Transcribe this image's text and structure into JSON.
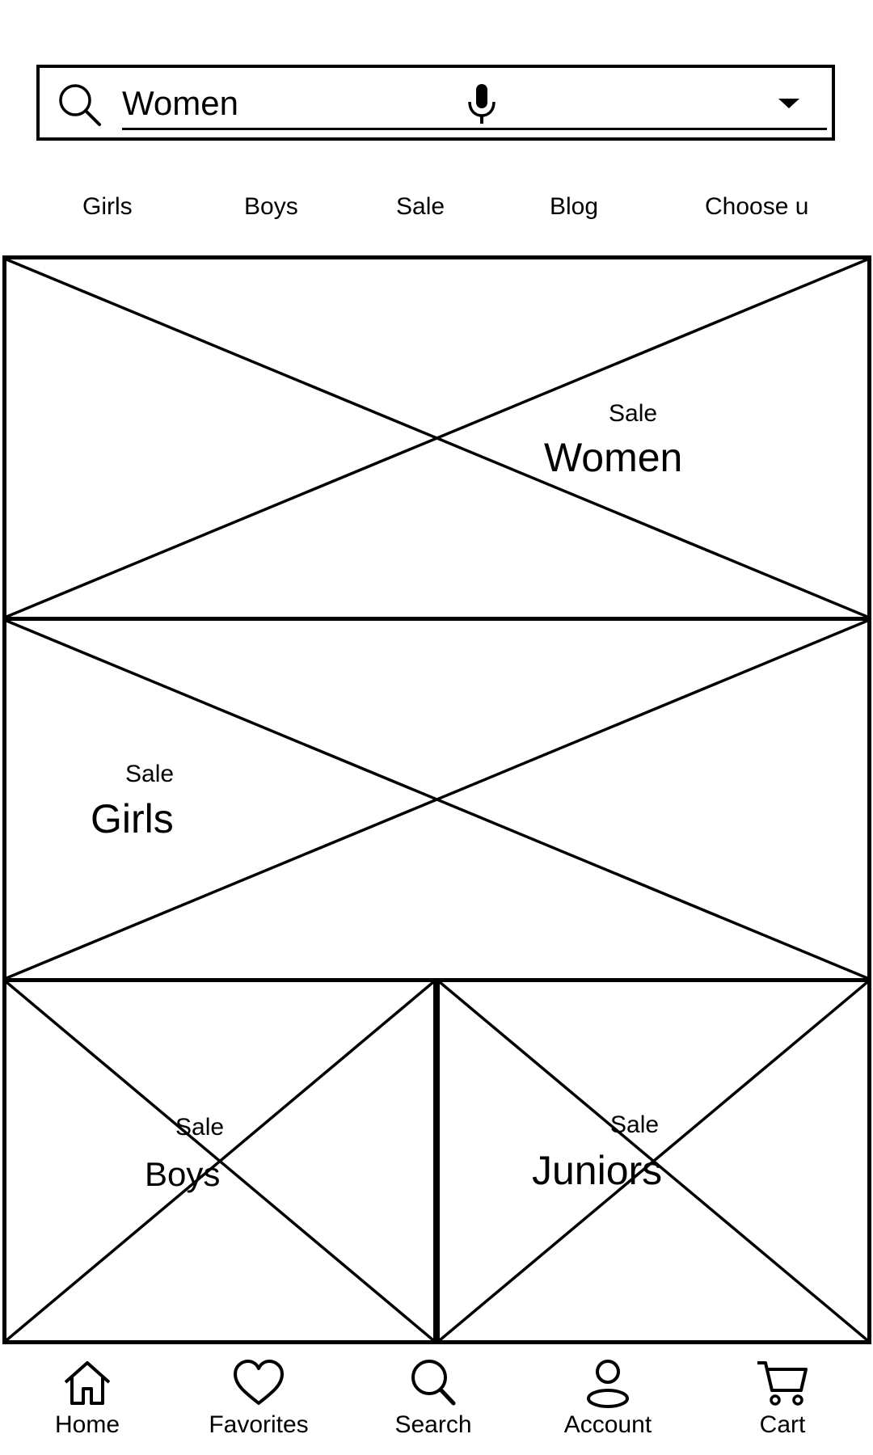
{
  "search": {
    "query": "Women",
    "icons": [
      "search-icon",
      "microphone-icon",
      "dropdown-caret-icon"
    ]
  },
  "category_nav": {
    "items": [
      {
        "label": "Girls"
      },
      {
        "label": "Boys"
      },
      {
        "label": "Sale"
      },
      {
        "label": "Blog"
      },
      {
        "label": "Choose u"
      }
    ]
  },
  "tiles": [
    {
      "sale_label": "Sale",
      "title": "Women"
    },
    {
      "sale_label": "Sale",
      "title": "Girls"
    },
    {
      "sale_label": "Sale",
      "title": "Boys"
    },
    {
      "sale_label": "Sale",
      "title": "Juniors"
    }
  ],
  "bottom_nav": {
    "tabs": [
      {
        "label": "Home",
        "icon": "home-icon"
      },
      {
        "label": "Favorites",
        "icon": "heart-icon"
      },
      {
        "label": "Search",
        "icon": "search-icon"
      },
      {
        "label": "Account",
        "icon": "account-icon"
      },
      {
        "label": "Cart",
        "icon": "cart-icon"
      }
    ]
  },
  "colors": {
    "stroke": "#000000",
    "background": "#ffffff"
  }
}
